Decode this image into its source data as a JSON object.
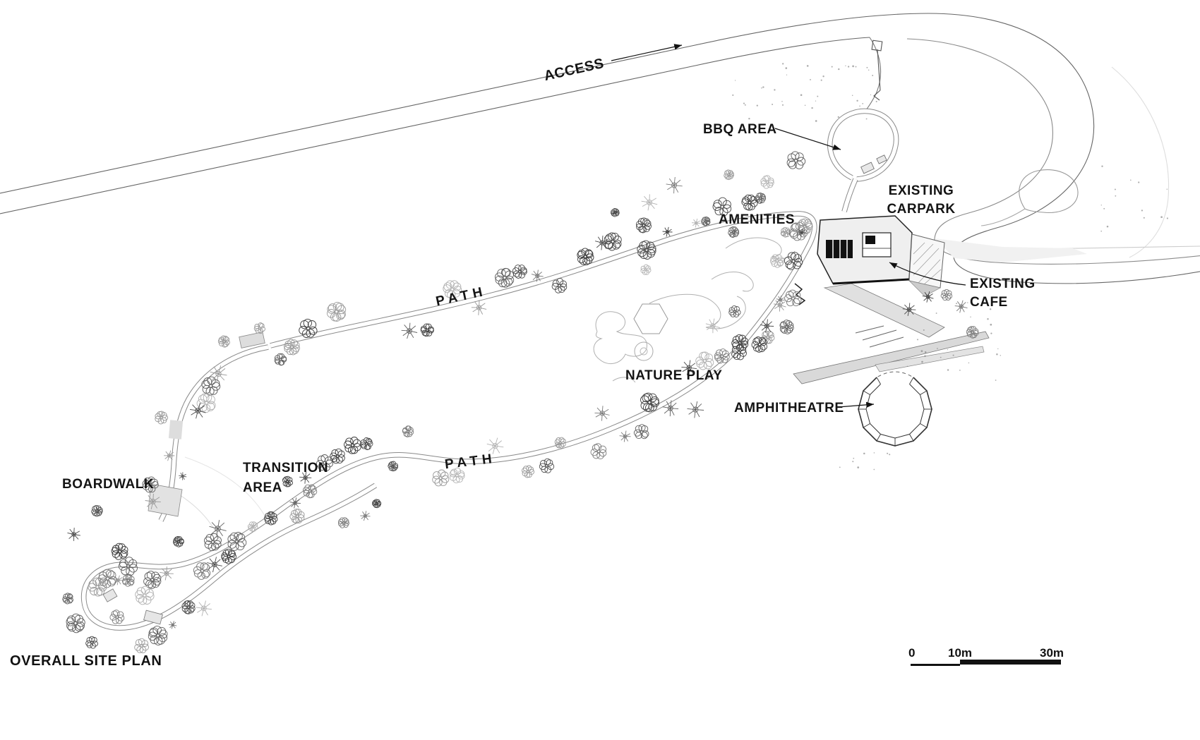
{
  "title": "OVERALL SITE PLAN",
  "labels": {
    "access": "ACCESS",
    "bbq_area": "BBQ AREA",
    "existing_carpark": {
      "line1": "EXISTING",
      "line2": "CARPARK"
    },
    "amenities": "AMENITIES",
    "existing_cafe": {
      "line1": "EXISTING",
      "line2": "CAFE"
    },
    "path_upper": "PATH",
    "nature_play": "NATURE PLAY",
    "amphitheatre": "AMPHITHEATRE",
    "path_lower": "PATH",
    "transition_area": {
      "line1": "TRANSITION",
      "line2": "AREA"
    },
    "boardwalk": "BOARDWALK"
  },
  "scale_bar": {
    "start": "0",
    "mid": "10m",
    "end": "30m"
  },
  "colors": {
    "ink": "#141414",
    "road_line": "#666666",
    "light_line": "#b0b0b0",
    "fill_light": "#e4e4e4"
  }
}
